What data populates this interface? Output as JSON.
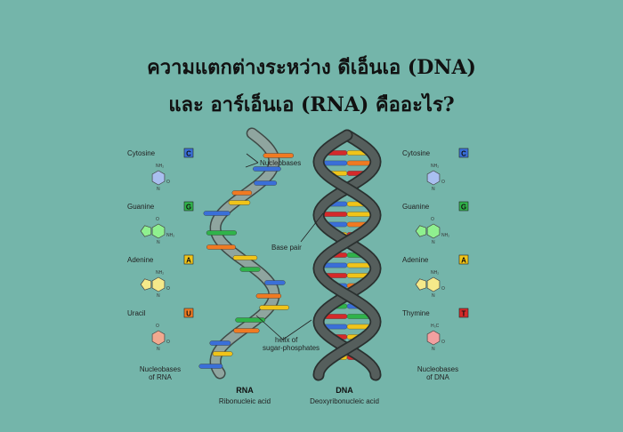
{
  "title": {
    "line1": "ความแตกต่างระหว่าง ดีเอ็นเอ (DNA)",
    "line2": "และ อาร์เอ็นเอ (RNA) คืออะไร?"
  },
  "labels": {
    "nucleobases": "Nucleobases",
    "base_pair": "Base pair",
    "helix_line1": "helix of",
    "helix_line2": "sugar-phosphates"
  },
  "rna": {
    "name": "RNA",
    "full_name": "Ribonucleic acid",
    "footer_line1": "Nucleobases",
    "footer_line2": "of RNA",
    "bases": [
      {
        "name": "Cytosine",
        "letter": "C",
        "badge_color": "#3a6fd8",
        "ring_color": "#a9bff0"
      },
      {
        "name": "Guanine",
        "letter": "G",
        "badge_color": "#2fb34a",
        "ring_color": "#8ff08f"
      },
      {
        "name": "Adenine",
        "letter": "A",
        "badge_color": "#f0c419",
        "ring_color": "#f5e98a"
      },
      {
        "name": "Uracil",
        "letter": "U",
        "badge_color": "#f07a22",
        "ring_color": "#f2a98f"
      }
    ]
  },
  "dna": {
    "name": "DNA",
    "full_name": "Deoxyribonucleic acid",
    "footer_line1": "Nucleobases",
    "footer_line2": "of DNA",
    "bases": [
      {
        "name": "Cytosine",
        "letter": "C",
        "badge_color": "#3a6fd8",
        "ring_color": "#a9bff0"
      },
      {
        "name": "Guanine",
        "letter": "G",
        "badge_color": "#2fb34a",
        "ring_color": "#8ff08f"
      },
      {
        "name": "Adenine",
        "letter": "A",
        "badge_color": "#f0c419",
        "ring_color": "#f5e98a"
      },
      {
        "name": "Thymine",
        "letter": "T",
        "badge_color": "#d42a2a",
        "ring_color": "#f2a0a0"
      }
    ]
  },
  "atoms": {
    "nh2": "NH₂",
    "nh": "NH",
    "n": "N",
    "o": "O",
    "ch3": "H₃C"
  }
}
